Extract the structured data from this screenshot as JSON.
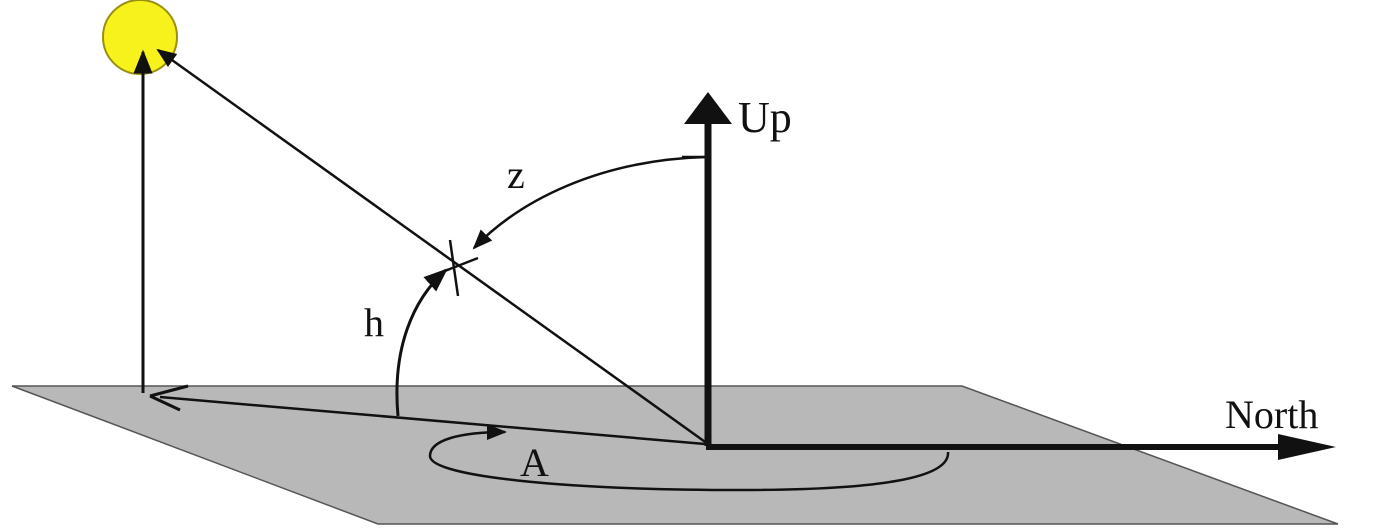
{
  "labels": {
    "up": "Up",
    "north": "North",
    "zenith_angle": "z",
    "altitude": "h",
    "azimuth": "A"
  },
  "colors": {
    "ground_plane": "#b8b8b8",
    "sun_fill": "#f7f21c",
    "sun_outline": "#9a8f10",
    "ink": "#111111",
    "background": "#ffffff"
  },
  "icons": {
    "sun": "sun-icon"
  }
}
